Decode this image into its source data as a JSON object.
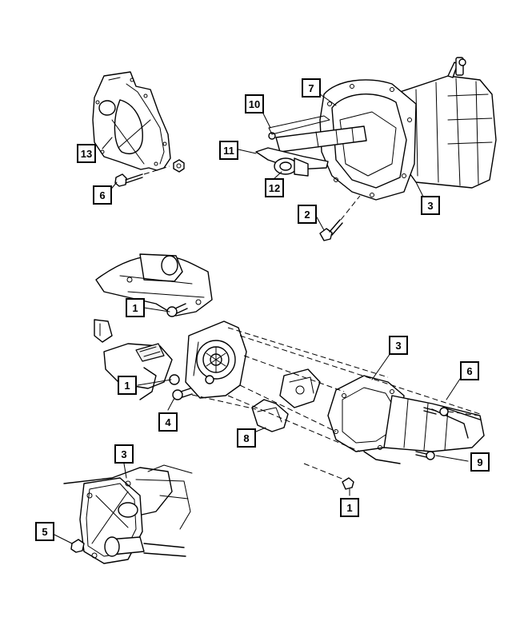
{
  "callouts": [
    {
      "id": "c13",
      "label": "13"
    },
    {
      "id": "c6a",
      "label": "6"
    },
    {
      "id": "c10",
      "label": "10"
    },
    {
      "id": "c7",
      "label": "7"
    },
    {
      "id": "c11",
      "label": "11"
    },
    {
      "id": "c12",
      "label": "12"
    },
    {
      "id": "c2",
      "label": "2"
    },
    {
      "id": "c3a",
      "label": "3"
    },
    {
      "id": "c1a",
      "label": "1"
    },
    {
      "id": "c3b",
      "label": "3"
    },
    {
      "id": "c6b",
      "label": "6"
    },
    {
      "id": "c1b",
      "label": "1"
    },
    {
      "id": "c4",
      "label": "4"
    },
    {
      "id": "c8",
      "label": "8"
    },
    {
      "id": "c9",
      "label": "9"
    },
    {
      "id": "c1c",
      "label": "1"
    },
    {
      "id": "c3c",
      "label": "3"
    },
    {
      "id": "c5",
      "label": "5"
    }
  ]
}
